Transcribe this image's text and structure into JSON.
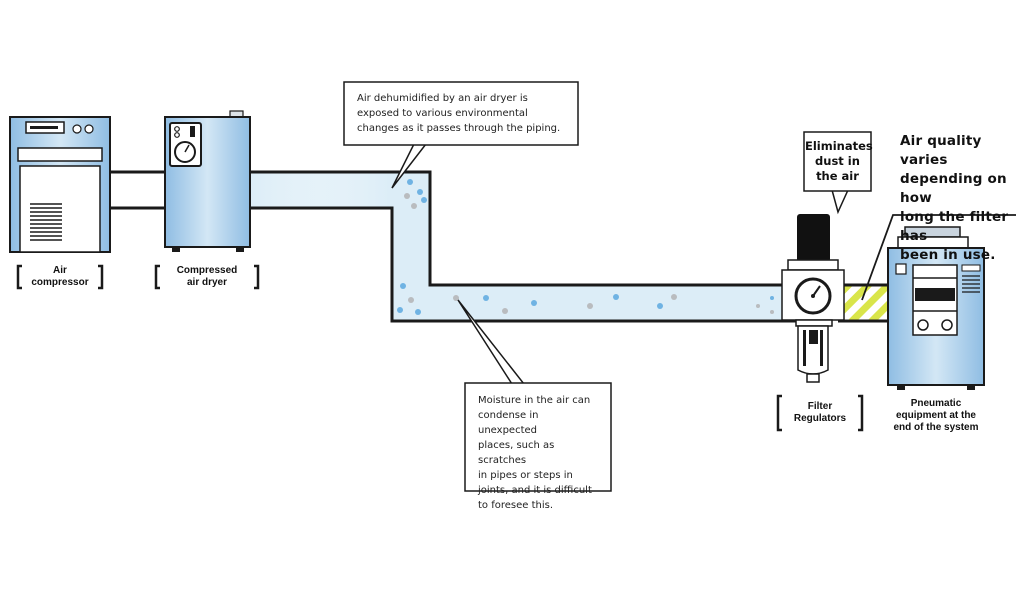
{
  "components": {
    "compressor_label": [
      "Air",
      "compressor"
    ],
    "dryer_label": [
      "Compressed",
      "air dryer"
    ],
    "filter_label": [
      "Filter",
      "Regulators"
    ],
    "equipment_label": [
      "Pneumatic",
      "equipment at the",
      "end of the system"
    ]
  },
  "callouts": {
    "dehumidified": [
      "Air dehumidified by an air dryer is",
      "exposed to various environmental",
      "changes as it passes through the piping."
    ],
    "moisture": [
      "Moisture in the air can",
      "condense in unexpected",
      "places, such as scratches",
      "in pipes or steps in",
      "joints, and it is difficult",
      "to foresee this."
    ],
    "dust": [
      "Eliminates",
      "dust in",
      "the air"
    ],
    "air_quality": [
      "Air quality varies",
      "depending on how",
      "long the filter has",
      "been in use."
    ]
  },
  "colors": {
    "pipe_fill": "#dcedf7",
    "equipment_blue": "#a9cbe6",
    "droplet_blue": "#6fb3e3",
    "droplet_gray": "#b9bcbf",
    "filter_stripe": "#d9e54a",
    "outline": "#1a1a1a"
  }
}
